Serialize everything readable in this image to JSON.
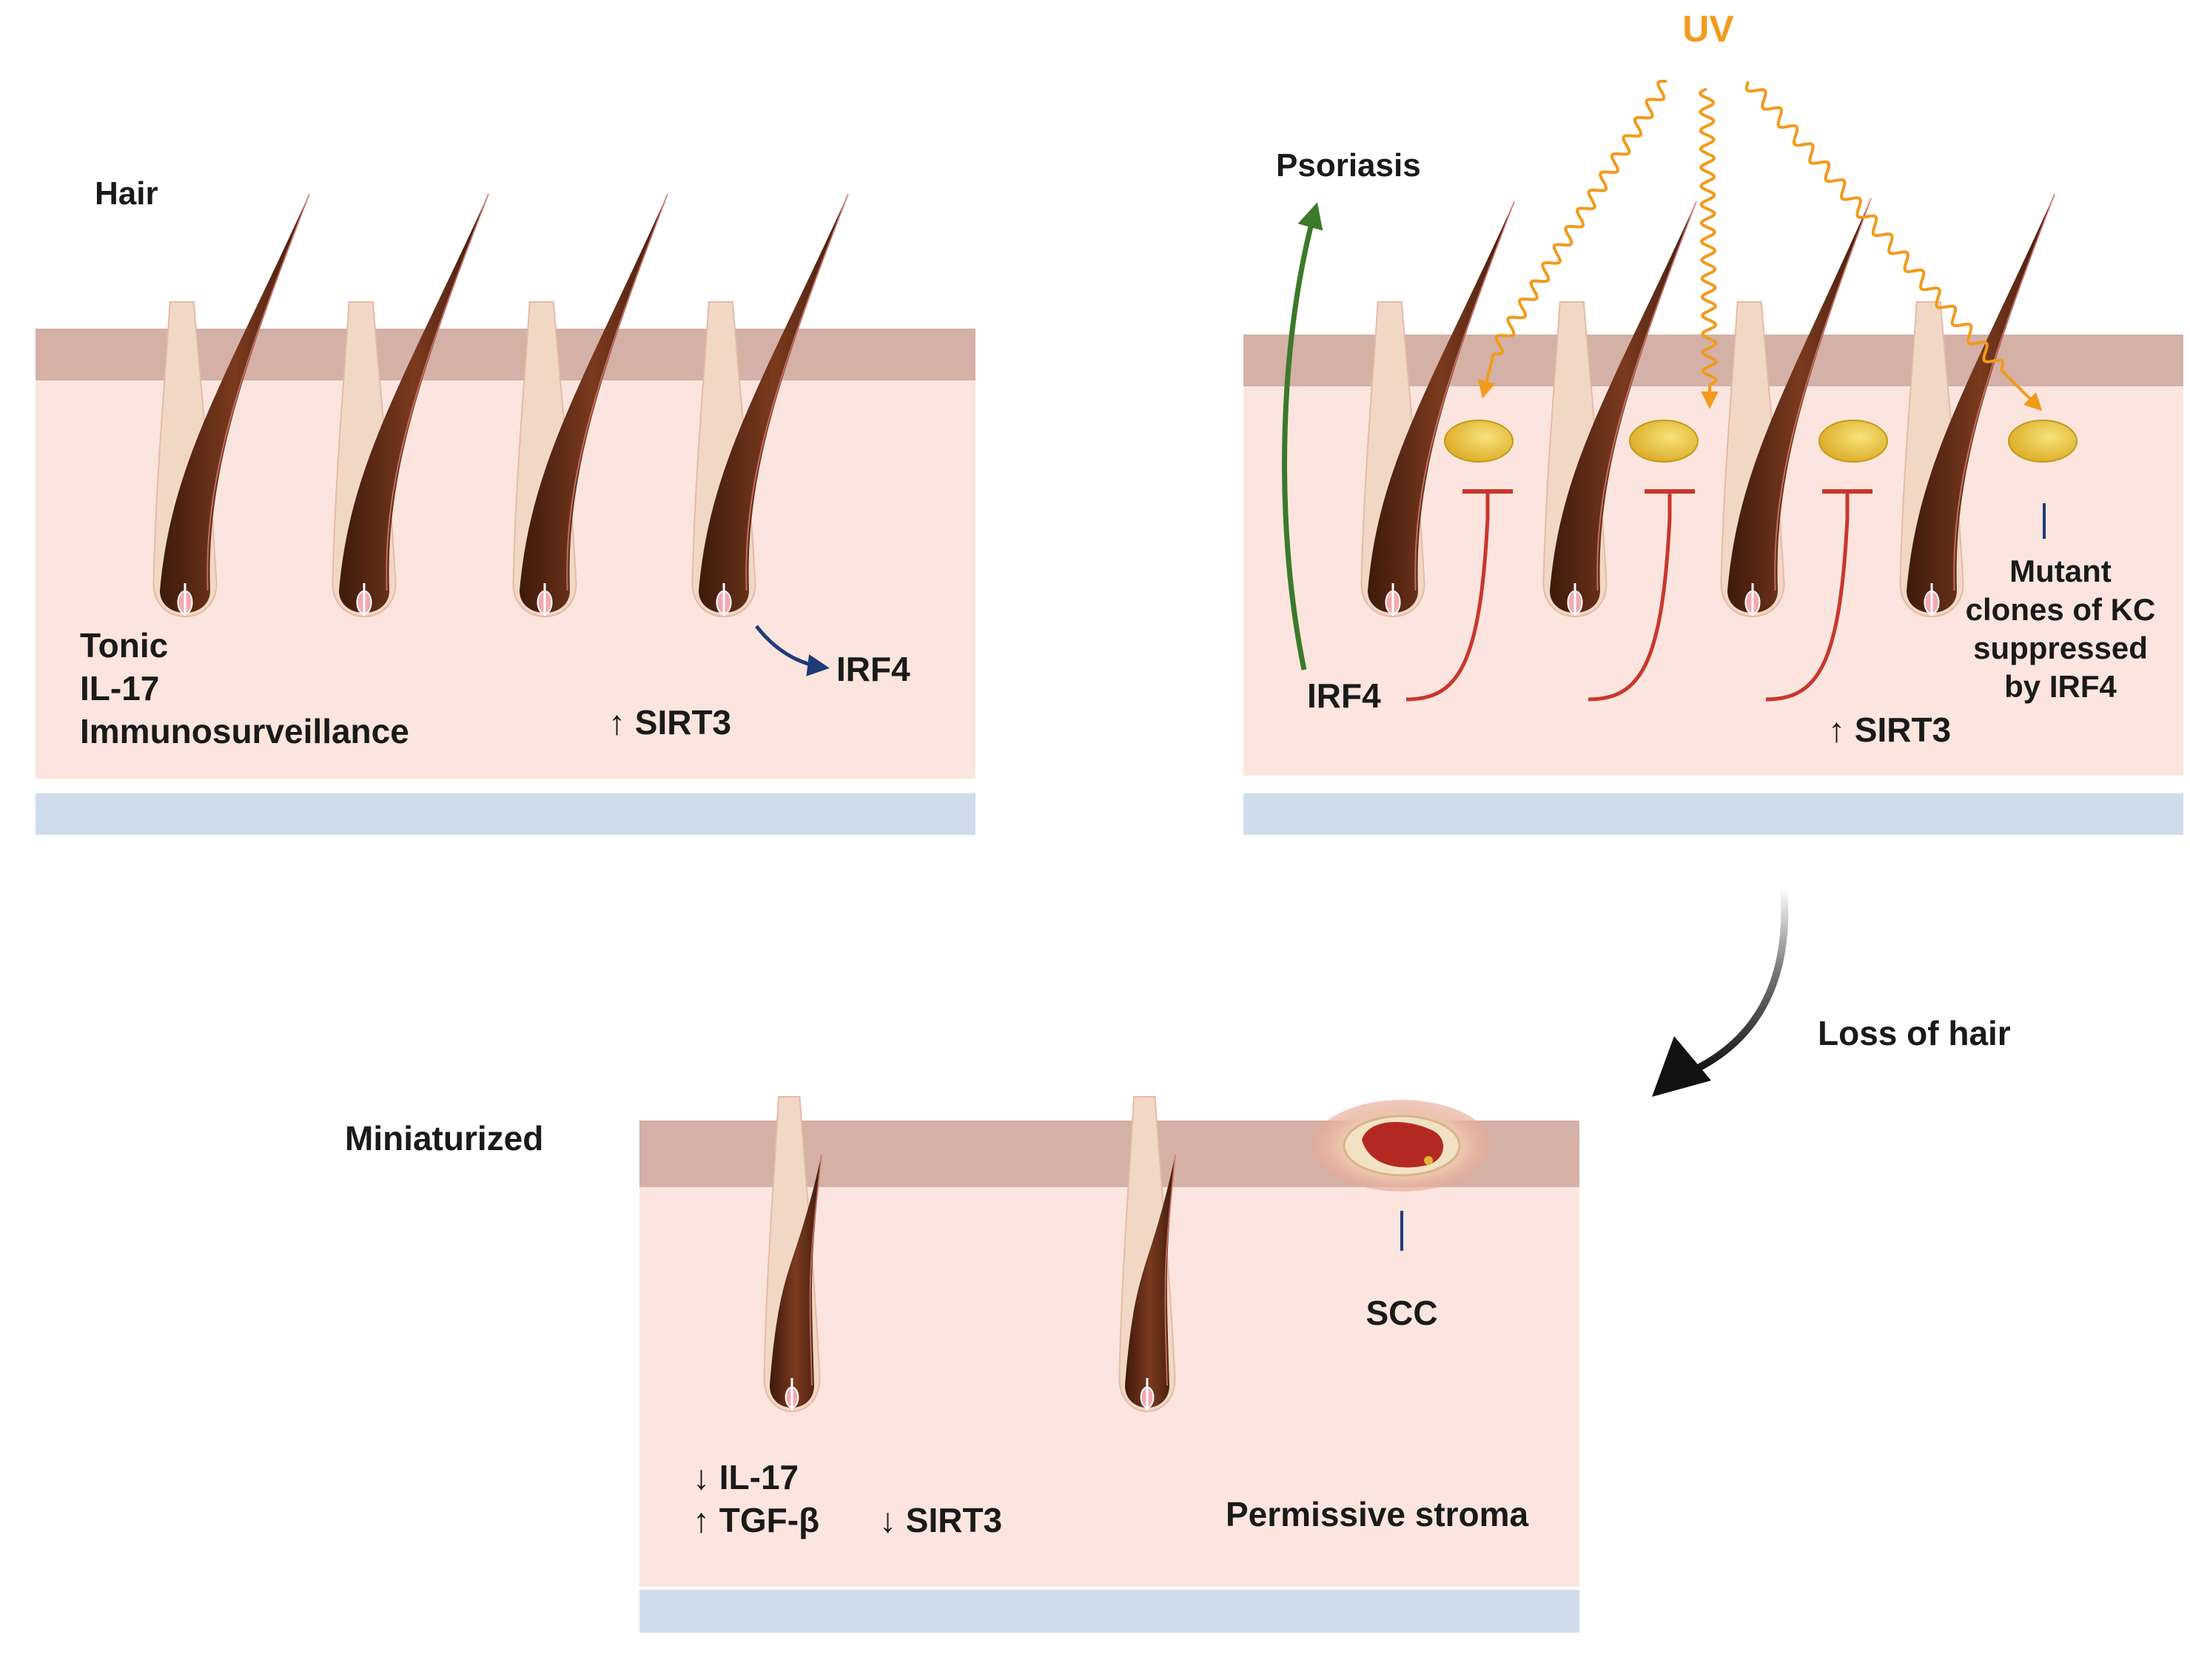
{
  "labels": {
    "panel1_title": "Hair",
    "panel1_tonic": "Tonic",
    "panel1_il17": "IL-17",
    "panel1_immuno": "Immunosurveillance",
    "panel1_sirt3": "↑ SIRT3",
    "panel1_irf4": "IRF4",
    "uv": "UV",
    "psoriasis": "Psoriasis",
    "panel2_irf4": "IRF4",
    "panel2_sirt3": "↑ SIRT3",
    "mutant_line1": "Mutant",
    "mutant_line2": "clones of KC",
    "mutant_line3": "suppressed",
    "mutant_line4": "by IRF4",
    "loss_of_hair": "Loss of hair",
    "miniaturized": "Miniaturized",
    "scc": "SCC",
    "panel3_il17": "↓ IL-17",
    "panel3_tgfb": "↑ TGF-β",
    "panel3_sirt3": "↓ SIRT3",
    "permissive_stroma": "Permissive stroma"
  },
  "colors": {
    "epidermis": "#d4b0a6",
    "dermis": "#fbe5de",
    "subcutis": "#cfdcec",
    "hair": "#5a2a16",
    "uv": "#f29a1c",
    "inhibition": "#c8372d",
    "psoriasis_arrow": "#3b7a2a",
    "irf4_arrow": "#1f3a7a",
    "cell": "#e8c23a",
    "text": "#1a1a1a"
  }
}
